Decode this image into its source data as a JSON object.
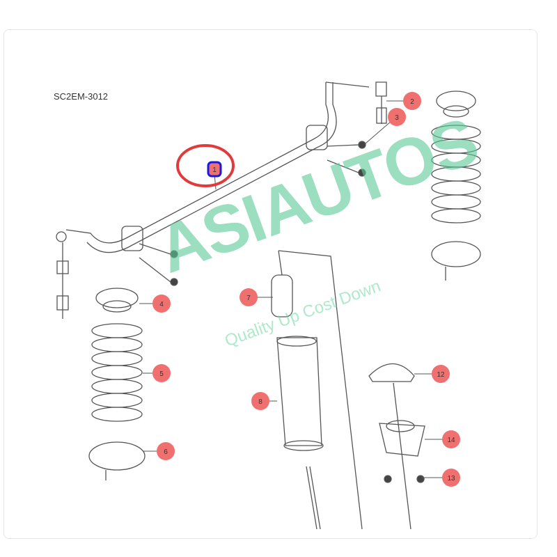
{
  "diagram": {
    "part_code": "SC2EM-3012",
    "watermark": {
      "brand": "ASIAUTOS",
      "tagline": "Quality Up Cost Down"
    },
    "callouts": [
      {
        "label": "1",
        "highlighted": true
      },
      {
        "label": "2"
      },
      {
        "label": "3"
      },
      {
        "label": "4"
      },
      {
        "label": "5"
      },
      {
        "label": "6"
      },
      {
        "label": "7"
      },
      {
        "label": "8"
      },
      {
        "label": "12"
      },
      {
        "label": "13"
      },
      {
        "label": "14"
      }
    ],
    "colors": {
      "callout": "#f07070",
      "highlight_ring": "#e03a3a",
      "highlight_border": "#1a1adf",
      "watermark": "#5ac896"
    }
  }
}
